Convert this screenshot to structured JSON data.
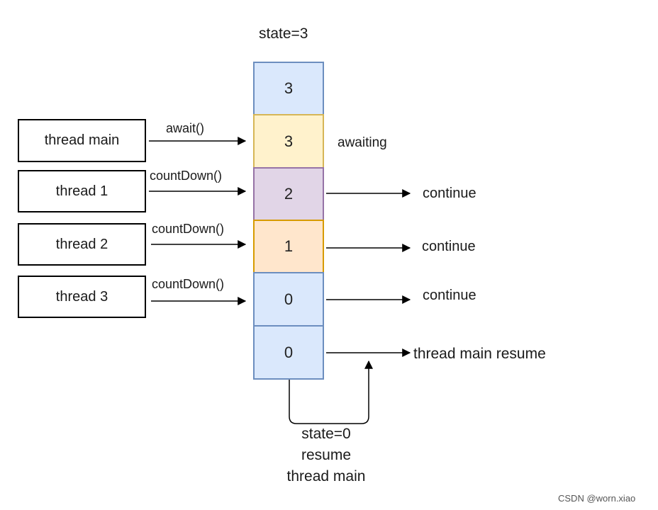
{
  "top_label": "state=3",
  "cells": [
    {
      "value": "3",
      "fill": "#dae8fc",
      "stroke": "#6c8ebf"
    },
    {
      "value": "3",
      "fill": "#fff2cc",
      "stroke": "#d6b656"
    },
    {
      "value": "2",
      "fill": "#e1d5e7",
      "stroke": "#9673a6"
    },
    {
      "value": "1",
      "fill": "#ffe6cc",
      "stroke": "#d79b00"
    },
    {
      "value": "0",
      "fill": "#dae8fc",
      "stroke": "#6c8ebf"
    },
    {
      "value": "0",
      "fill": "#dae8fc",
      "stroke": "#6c8ebf"
    }
  ],
  "threads": [
    {
      "label": "thread main",
      "call": "await()"
    },
    {
      "label": "thread 1",
      "call": "countDown()"
    },
    {
      "label": "thread 2",
      "call": "countDown()"
    },
    {
      "label": "thread 3",
      "call": "countDown()"
    }
  ],
  "right_labels": [
    "awaiting",
    "continue",
    "continue",
    "continue",
    "thread main resume"
  ],
  "bottom_label": {
    "line1": "state=0",
    "line2": "resume",
    "line3": "thread main"
  },
  "watermark": "CSDN @worn.xiao"
}
